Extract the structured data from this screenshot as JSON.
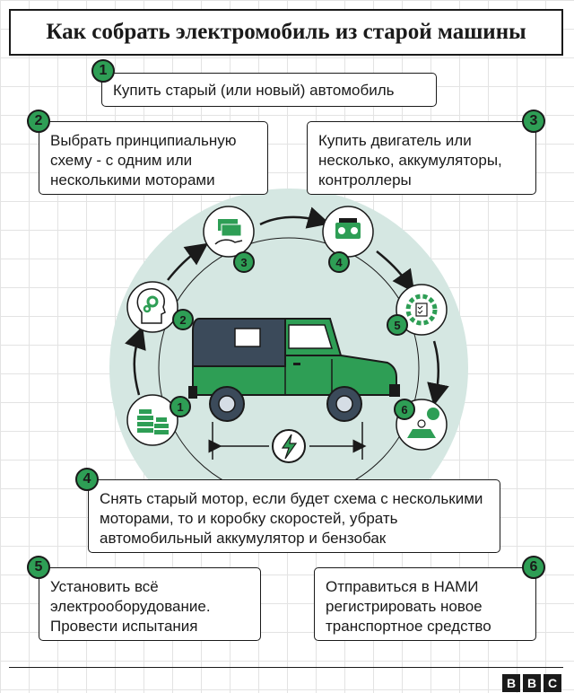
{
  "title": "Как собрать электромобиль из старой машины",
  "steps": [
    {
      "num": "1",
      "text": "Купить старый (или новый) автомобиль"
    },
    {
      "num": "2",
      "text": "Выбрать принципиальную схему - с одним или несколькими моторами"
    },
    {
      "num": "3",
      "text": "Купить двигатель или несколько, аккумуляторы, контроллеры"
    },
    {
      "num": "4",
      "text": "Снять старый мотор, если будет схема с несколькими моторами, то и коробку скоростей, убрать автомобильный аккумулятор и бензобак"
    },
    {
      "num": "5",
      "text": "Установить всё электрооборудование. Провести испытания"
    },
    {
      "num": "6",
      "text": "Отправиться в НАМИ регистрировать новое транспортное средство"
    }
  ],
  "cycle_icons": [
    {
      "num": "1",
      "icon": "money-stacks-icon"
    },
    {
      "num": "2",
      "icon": "head-gears-icon"
    },
    {
      "num": "3",
      "icon": "cash-in-hand-icon"
    },
    {
      "num": "4",
      "icon": "engine-icon"
    },
    {
      "num": "5",
      "icon": "gear-checklist-icon"
    },
    {
      "num": "6",
      "icon": "registration-badge-icon"
    }
  ],
  "center_icon": "electric-car-icon",
  "colors": {
    "accent_green": "#2e9e55",
    "car_body": "#2e9e55",
    "car_roof": "#3b4a5a",
    "halo": "#d5e7e2"
  },
  "logo": [
    "B",
    "B",
    "C"
  ]
}
